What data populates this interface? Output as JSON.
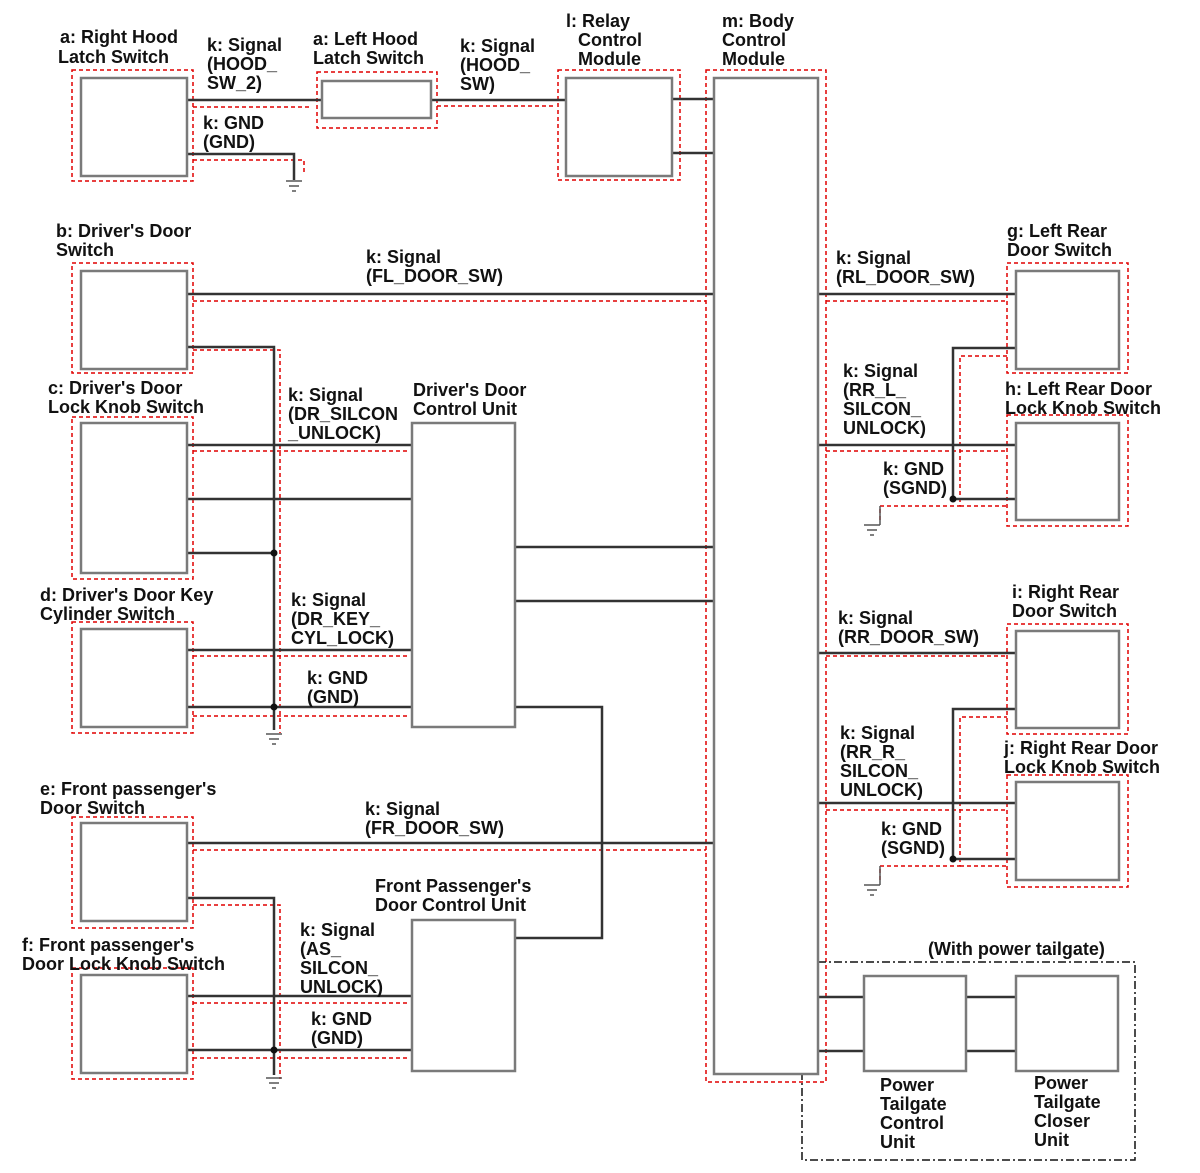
{
  "components": {
    "a_right": [
      "a: Right Hood",
      "Latch Switch"
    ],
    "a_left": [
      "a: Left Hood",
      "Latch Switch"
    ],
    "l": [
      "l: Relay",
      "Control",
      "Module"
    ],
    "m": [
      "m: Body",
      "Control",
      "Module"
    ],
    "b": [
      "b: Driver's Door",
      "Switch"
    ],
    "c": [
      "c: Driver's Door",
      "Lock Knob Switch"
    ],
    "d": [
      "d: Driver's Door Key",
      "Cylinder Switch"
    ],
    "ddcu": [
      "Driver's Door",
      "Control Unit"
    ],
    "e": [
      "e: Front passenger's",
      "Door Switch"
    ],
    "f": [
      "f: Front passenger's",
      "Door Lock Knob Switch"
    ],
    "pdcu": [
      "Front Passenger's",
      "Door Control Unit"
    ],
    "g": [
      "g: Left Rear",
      "Door Switch"
    ],
    "h": [
      "h: Left Rear Door",
      "Lock Knob Switch"
    ],
    "i": [
      "i: Right Rear",
      "Door Switch"
    ],
    "j": [
      "j: Right Rear Door",
      "Lock Knob Switch"
    ],
    "ptcu": [
      "Power",
      "Tailgate",
      "Control",
      "Unit"
    ],
    "ptclu": [
      "Power",
      "Tailgate",
      "Closer",
      "Unit"
    ]
  },
  "group_label": "(With power tailgate)",
  "wires": {
    "hood_sw2": [
      "k: Signal",
      "(HOOD_",
      "SW_2)"
    ],
    "hood_gnd": [
      "k: GND",
      "(GND)"
    ],
    "hood_sw": [
      "k: Signal",
      "(HOOD_",
      "SW)"
    ],
    "fl_door": [
      "k: Signal",
      "(FL_DOOR_SW)"
    ],
    "dr_silcon": [
      "k: Signal",
      "(DR_SILCON",
      "_UNLOCK)"
    ],
    "dr_key": [
      "k: Signal",
      "(DR_KEY_",
      "CYL_LOCK)"
    ],
    "dr_gnd": [
      "k: GND",
      "(GND)"
    ],
    "fr_door": [
      "k: Signal",
      "(FR_DOOR_SW)"
    ],
    "as_silcon": [
      "k: Signal",
      "(AS_",
      "SILCON_",
      "UNLOCK)"
    ],
    "as_gnd": [
      "k: GND",
      "(GND)"
    ],
    "rl_door": [
      "k: Signal",
      "(RL_DOOR_SW)"
    ],
    "rr_l_silcon": [
      "k: Signal",
      "(RR_L_",
      "SILCON_",
      "UNLOCK)"
    ],
    "rl_sgnd": [
      "k: GND",
      "(SGND)"
    ],
    "rr_door": [
      "k: Signal",
      "(RR_DOOR_SW)"
    ],
    "rr_r_silcon": [
      "k: Signal",
      "(RR_R_",
      "SILCON_",
      "UNLOCK)"
    ],
    "rr_sgnd": [
      "k: GND",
      "(SGND)"
    ]
  }
}
